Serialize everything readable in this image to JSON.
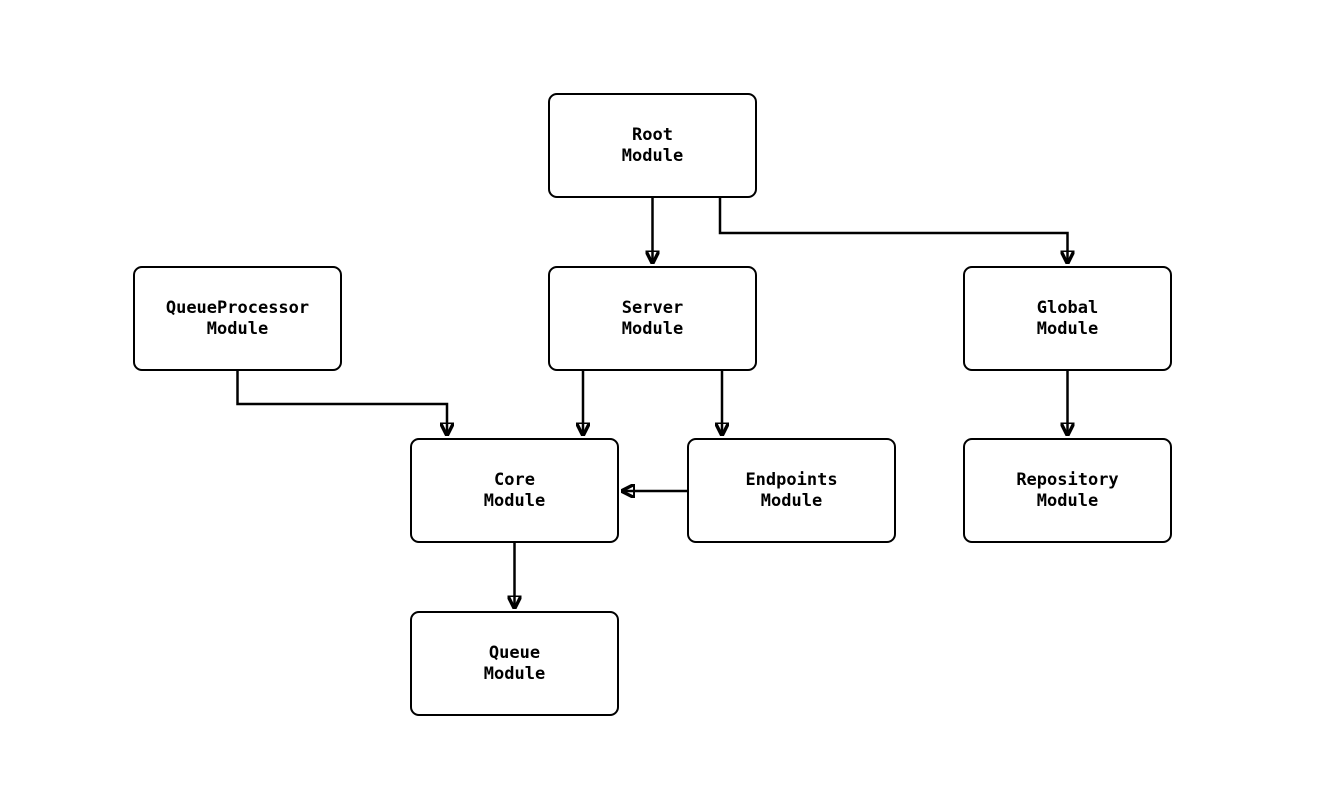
{
  "diagram": {
    "type": "flowchart",
    "colors": {
      "background": "#ffffff",
      "node_fill": "#ffffff",
      "node_border": "#000000",
      "edge": "#000000",
      "text": "#000000"
    },
    "nodes": [
      {
        "id": "root",
        "label": "Root\nModule"
      },
      {
        "id": "server",
        "label": "Server\nModule"
      },
      {
        "id": "global",
        "label": "Global\nModule"
      },
      {
        "id": "queueprocessor",
        "label": "QueueProcessor\nModule"
      },
      {
        "id": "core",
        "label": "Core\nModule"
      },
      {
        "id": "endpoints",
        "label": "Endpoints\nModule"
      },
      {
        "id": "repository",
        "label": "Repository\nModule"
      },
      {
        "id": "queue",
        "label": "Queue\nModule"
      }
    ],
    "edges": [
      {
        "from": "root",
        "to": "server"
      },
      {
        "from": "root",
        "to": "global"
      },
      {
        "from": "queueprocessor",
        "to": "core"
      },
      {
        "from": "server",
        "to": "core"
      },
      {
        "from": "server",
        "to": "endpoints"
      },
      {
        "from": "endpoints",
        "to": "core"
      },
      {
        "from": "global",
        "to": "repository"
      },
      {
        "from": "core",
        "to": "queue"
      }
    ]
  }
}
